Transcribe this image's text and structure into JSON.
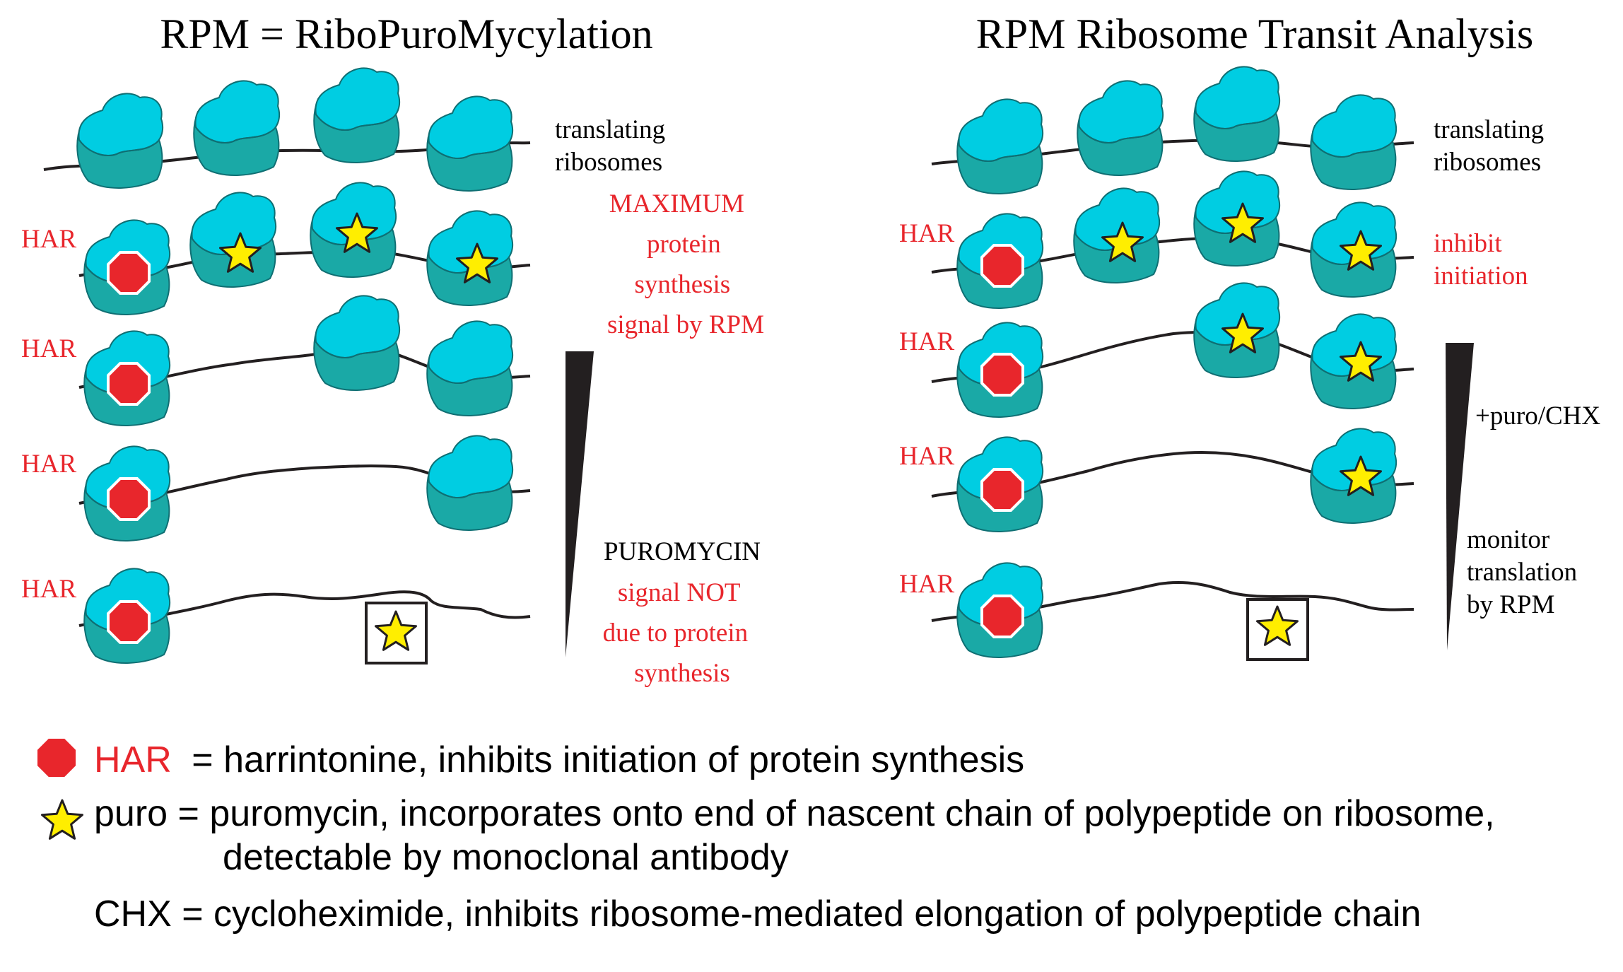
{
  "colors": {
    "ribosome_top": "#00cde2",
    "ribosome_bottom": "#1aa9a6",
    "outline": "#0f6f73",
    "har_red": "#e8262c",
    "star_yellow": "#ffee00",
    "text_red": "#e8262c"
  },
  "left_panel": {
    "title": "RPM = RiboPuroMycylation",
    "label_translating": [
      "translating",
      "ribosomes"
    ],
    "label_maximum": [
      "MAXIMUM",
      "protein",
      "synthesis",
      "signal by RPM"
    ],
    "label_puromycin": "PUROMYCIN",
    "label_not_synthesis": [
      "signal NOT",
      "due to protein",
      "synthesis"
    ],
    "har_labels": [
      "HAR",
      "HAR",
      "HAR",
      "HAR"
    ]
  },
  "right_panel": {
    "title": "RPM Ribosome Transit Analysis",
    "label_translating": [
      "translating",
      "ribosomes"
    ],
    "label_inhibit": [
      "inhibit",
      "initiation"
    ],
    "label_treatment": "+puro/CHX",
    "label_monitor": [
      "monitor",
      "translation",
      "by RPM"
    ],
    "har_labels": [
      "HAR",
      "HAR",
      "HAR",
      "HAR"
    ]
  },
  "legend": {
    "har_abbrev": "HAR",
    "har_text": "= harrintonine, inhibits initiation of protein synthesis",
    "puro_line1": "puro = puromycin, incorporates onto end of nascent chain of polypeptide on ribosome,",
    "puro_line2": "detectable by monoclonal antibody",
    "chx_text": "CHX = cycloheximide, inhibits ribosome-mediated elongation of polypeptide chain"
  }
}
